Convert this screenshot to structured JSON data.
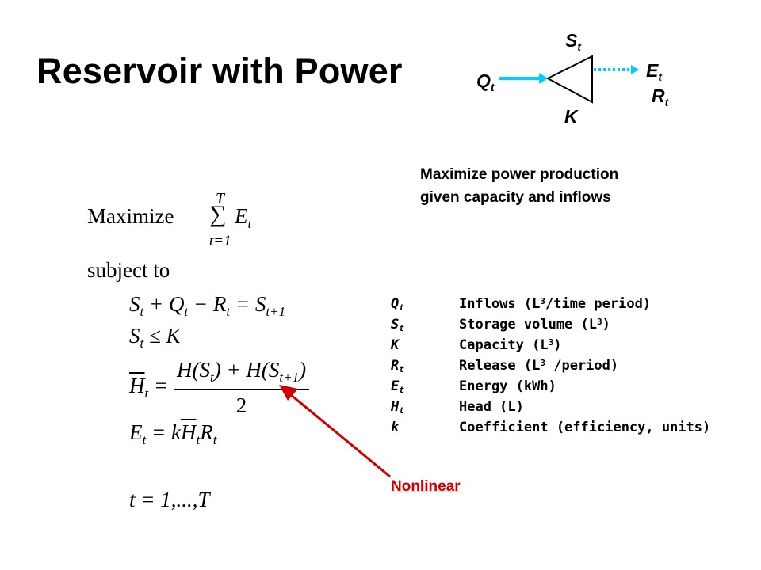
{
  "title": "Reservoir with Power",
  "diagram": {
    "storage": {
      "main": "S",
      "sub": "t"
    },
    "inflow": {
      "main": "Q",
      "sub": "t"
    },
    "energy": {
      "main": "E",
      "sub": "t"
    },
    "release": {
      "main": "R",
      "sub": "t"
    },
    "capacity": "K",
    "colors": {
      "arrow": "#00ccff",
      "node": "#000000"
    }
  },
  "description": {
    "line1": "Maximize power production",
    "line2": "given capacity and inflows"
  },
  "equations": {
    "maximize": "Maximize",
    "sum_top": "T",
    "sum_bottom": "t=1",
    "subject_to": "subject to",
    "range": "t = 1,...,T"
  },
  "legend": [
    {
      "symbol": "Q",
      "sub": "t",
      "desc_pre": "Inflows (L",
      "sup": "3",
      "desc_post": "/time period)"
    },
    {
      "symbol": "S",
      "sub": "t",
      "desc_pre": "Storage volume (L",
      "sup": "3",
      "desc_post": ")"
    },
    {
      "symbol": "K",
      "sub": "",
      "desc_pre": "Capacity (L",
      "sup": "3",
      "desc_post": ")"
    },
    {
      "symbol": "R",
      "sub": "t",
      "desc_pre": "Release (L",
      "sup": "3",
      "desc_post": " /period)"
    },
    {
      "symbol": "E",
      "sub": "t",
      "desc_pre": "Energy (kWh)",
      "sup": "",
      "desc_post": ""
    },
    {
      "symbol": "H",
      "sub": "t",
      "desc_pre": "Head (L)",
      "sup": "",
      "desc_post": ""
    },
    {
      "symbol": "k",
      "sub": "",
      "desc_pre": "Coefficient (efficiency, units)",
      "sup": "",
      "desc_post": ""
    }
  ],
  "annotation": {
    "label": "Nonlinear",
    "color": "#cc0000"
  }
}
